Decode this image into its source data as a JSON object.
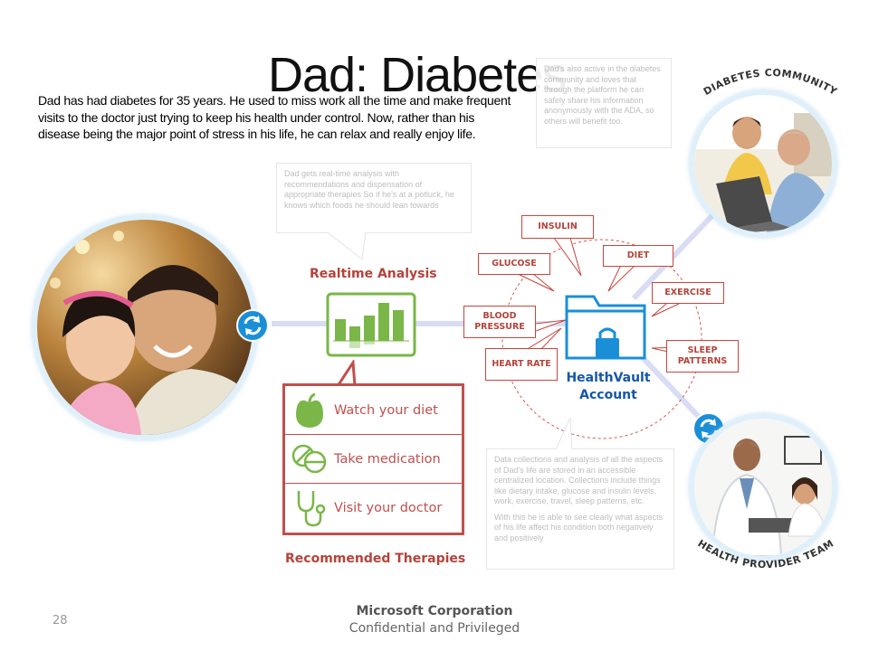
{
  "slide": {
    "title": "Dad: Diabetes",
    "intro": "Dad has had diabetes for 35 years. He used to miss work all the time and make frequent visits to the doctor just trying to keep his health under control. Now, rather than his disease being the major point of stress in his life, he can relax and really enjoy life.",
    "page_number": "28"
  },
  "callouts": {
    "community": "Dad's also active in the diabetes community and loves that through the platform he can safely share his information anonymously with the ADA, so others will benefit too.",
    "analysis": "Dad gets real-time analysis with recommendations and dispensation of appropriate therapies So if he's at a potluck, he knows which foods he should lean towards",
    "data_1": "Data collections and analysis of all the aspects of Dad's life are stored in an accessible centralized location. Collections include things like dietary intake, glucose and insulin levels, work, exercise, travel, sleep patterns, etc.",
    "data_2": "With this he is able to see clearly what aspects of his life affect his condition both negatively and positively"
  },
  "labels": {
    "realtime": "Realtime Analysis",
    "therapies": "Recommended Therapies",
    "healthvault_line1": "HealthVault",
    "healthvault_line2": "Account",
    "diabetes_community": "DIABETES COMMUNITY",
    "health_provider_team": "HEALTH PROVIDER TEAM"
  },
  "data_tags": {
    "insulin": "INSULIN",
    "glucose": "GLUCOSE",
    "diet": "DIET",
    "exercise": "EXERCISE",
    "blood_pressure": "BLOOD PRESSURE",
    "heart_rate": "HEART RATE",
    "sleep_patterns": "SLEEP PATTERNS"
  },
  "therapies": [
    {
      "label": "Watch your diet",
      "icon": "apple-icon"
    },
    {
      "label": "Take medication",
      "icon": "pills-icon"
    },
    {
      "label": "Visit your doctor",
      "icon": "stethoscope-icon"
    }
  ],
  "footer": {
    "company": "Microsoft Corporation",
    "confidential": "Confidential and Privileged"
  },
  "colors": {
    "accent_red": "#c0504d",
    "accent_green": "#7ab648",
    "accent_blue": "#1a8fd8",
    "link_purple": "#d8d8f0"
  }
}
